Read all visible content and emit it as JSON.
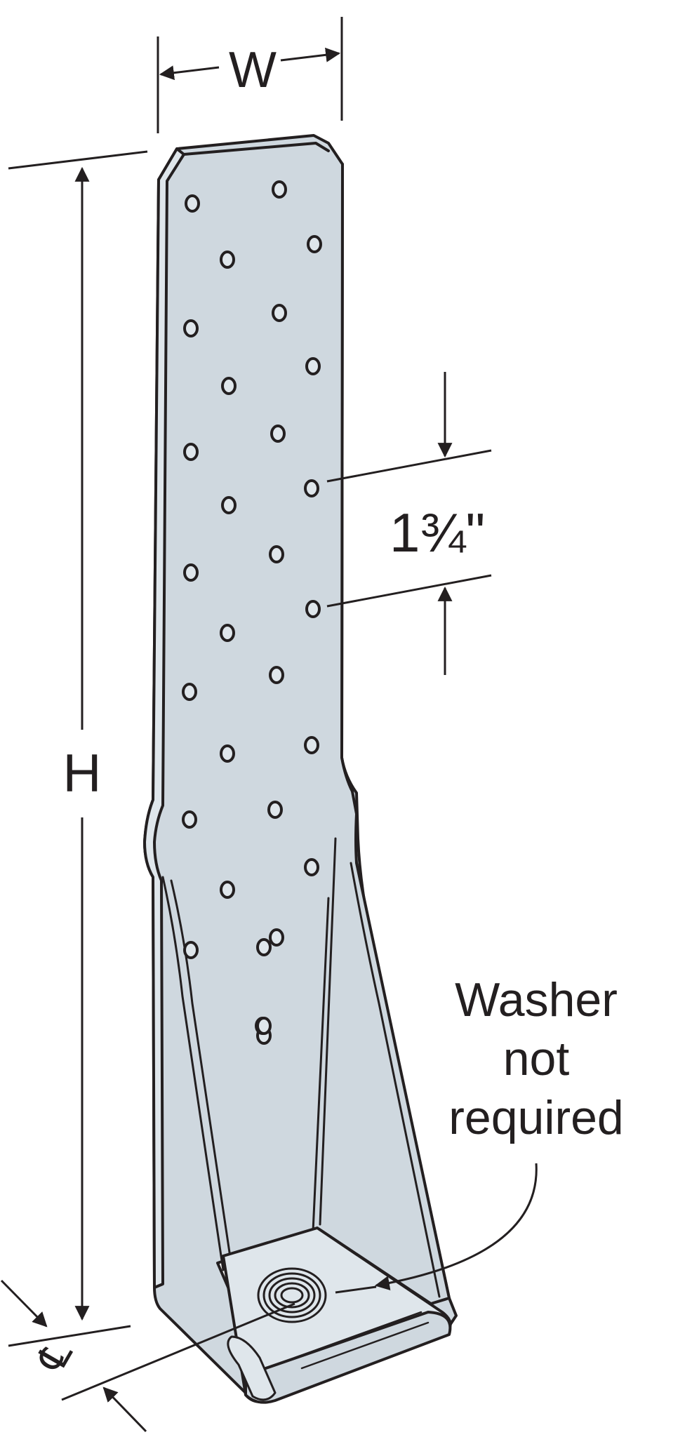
{
  "labels": {
    "width": "W",
    "height": "H",
    "spacing_whole": "1",
    "spacing_fraction": "¾",
    "spacing_unit": "\"",
    "centerline": "℄",
    "note_line1": "Washer",
    "note_line2": "not",
    "note_line3": "required"
  },
  "colors": {
    "steel": "#cfd8df",
    "steel_light": "#dfe6eb",
    "outline": "#231f20",
    "background": "#ffffff"
  },
  "nail_hole_count": 30
}
